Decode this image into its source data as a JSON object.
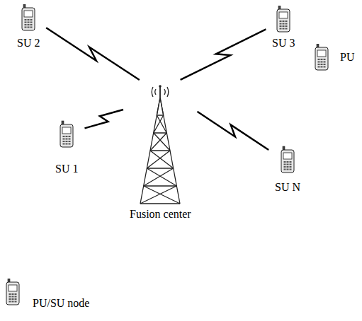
{
  "diagram": {
    "nodes": [
      {
        "text": [
          "SU 2"
        ]
      },
      {
        "text": [
          "SU 3"
        ]
      },
      {
        "text": [
          "PU"
        ]
      },
      {
        "text": [
          "SU 1"
        ]
      },
      {
        "text": [
          "Fusion center"
        ]
      },
      {
        "text": [
          "SU N"
        ]
      }
    ],
    "edges": [
      {
        "from": 3,
        "to": 4,
        "arrow": "none"
      },
      {
        "from": 0,
        "to": 4,
        "arrow": "none"
      },
      {
        "from": 1,
        "to": 4,
        "arrow": "none"
      },
      {
        "from": 5,
        "to": 4,
        "arrow": "none"
      }
    ],
    "legend": [
      {
        "text": "PU/SU node"
      }
    ]
  }
}
